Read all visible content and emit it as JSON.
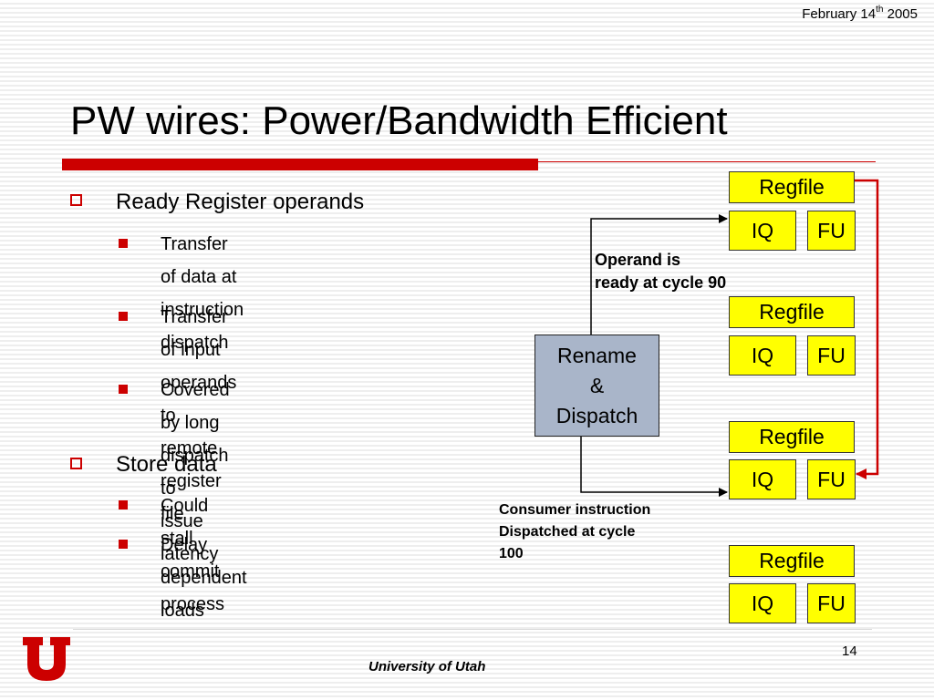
{
  "header": {
    "date_month_day": "February 14",
    "date_suffix": "th",
    "date_year": "2005"
  },
  "title": "PW wires: Power/Bandwidth Efficient",
  "bullets": [
    {
      "text": "Ready  Register  operands",
      "sub": [
        {
          "line1": "Transfer of data at",
          "line2": "instruction dispatch"
        },
        {
          "line1": "Transfer of input operands",
          "line2": "to remote register file"
        },
        {
          "line1": "Covered by long dispatch to",
          "line2": "issue latency"
        }
      ]
    },
    {
      "text": "Store data",
      "sub": [
        {
          "line1": "Could stall commit process"
        },
        {
          "line1": "Delay dependent loads"
        }
      ]
    }
  ],
  "diagram": {
    "rename": {
      "line1": "Rename",
      "line2": "&",
      "line3": "Dispatch"
    },
    "clusters": [
      {
        "regfile": "Regfile",
        "iq": "IQ",
        "fu": "FU"
      },
      {
        "regfile": "Regfile",
        "iq": "IQ",
        "fu": "FU"
      },
      {
        "regfile": "Regfile",
        "iq": "IQ",
        "fu": "FU"
      },
      {
        "regfile": "Regfile",
        "iq": "IQ",
        "fu": "FU"
      }
    ],
    "note_operand": {
      "line1": "Operand is",
      "line2": "ready at cycle 90"
    },
    "note_consumer": {
      "line1": "Consumer instruction",
      "line2": "Dispatched at cycle",
      "line3": "100"
    }
  },
  "footer": {
    "page_number": "14",
    "university": "University of Utah"
  },
  "colors": {
    "accent": "#cc0000",
    "box_fill": "#ffff00",
    "rename_fill": "#a9b5c9"
  }
}
